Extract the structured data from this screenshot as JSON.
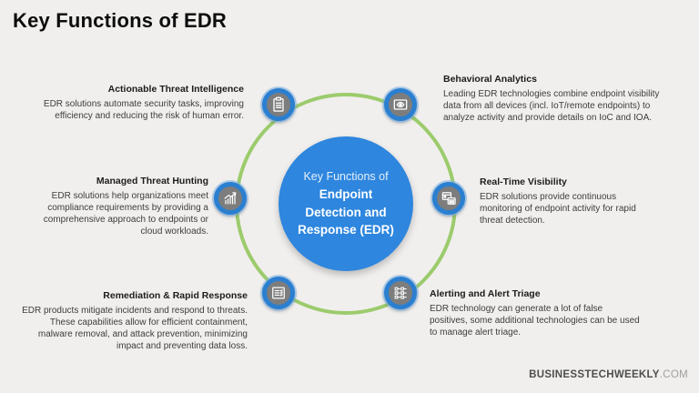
{
  "title": "Key Functions of EDR",
  "center": {
    "intro": "Key Functions of",
    "subject": "Endpoint Detection and Response (EDR)"
  },
  "nodes": [
    {
      "title": "Actionable Threat Intelligence",
      "body": "EDR solutions automate security tasks, improving efficiency and reducing the risk of human error.",
      "icon": "clipboard-icon",
      "position": "top-left"
    },
    {
      "title": "Behavioral Analytics",
      "body": "Leading EDR technologies combine endpoint visibility data from all devices (incl. IoT/remote endpoints) to analyze activity and provide details on IoC and IOA.",
      "icon": "eye-visibility-icon",
      "position": "top-right"
    },
    {
      "title": "Managed Threat Hunting",
      "body": "EDR solutions help organizations meet compliance requirements by providing a comprehensive approach to endpoints or cloud workloads.",
      "icon": "growth-chart-icon",
      "position": "middle-left"
    },
    {
      "title": "Real-Time Visibility",
      "body": "EDR solutions provide continuous monitoring of endpoint activity for rapid threat detection.",
      "icon": "overlapping-windows-icon",
      "position": "middle-right"
    },
    {
      "title": "Remediation & Rapid Response",
      "body": "EDR products mitigate incidents and respond to threats. These capabilities allow for efficient containment, malware removal, and attack prevention, minimizing impact and preventing data loss.",
      "icon": "checklist-icon",
      "position": "bottom-left"
    },
    {
      "title": "Alerting and Alert Triage",
      "body": "EDR technology can generate a lot of false positives, some additional technologies can be used to manage alert triage.",
      "icon": "alert-grid-icon",
      "position": "bottom-right"
    }
  ],
  "footer": {
    "brand": "BUSINESSTECHWEEKLY",
    "suffix": ".COM"
  },
  "colors": {
    "background": "#f0efed",
    "center_blue": "#2e86de",
    "node_ring_blue": "#2b7fd0",
    "node_gray": "#7d7d7d",
    "ring_green": "#9ccb6c"
  }
}
